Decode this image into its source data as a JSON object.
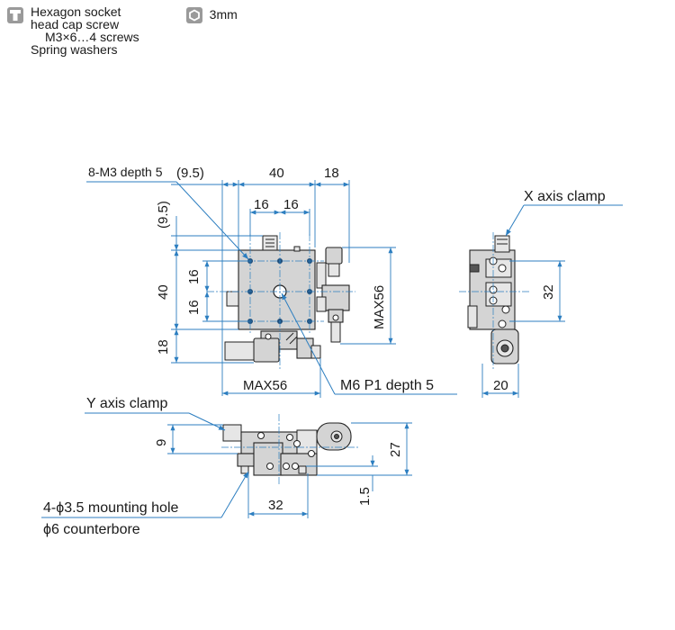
{
  "legend": {
    "screw": {
      "icon": "screw-head-icon",
      "lines": [
        "Hexagon socket",
        "head cap screw",
        "M3×6…4 screws",
        "Spring washers"
      ]
    },
    "wrench": {
      "icon": "hex-wrench-icon",
      "label": "3mm"
    }
  },
  "top_view": {
    "tapped_holes": "8-M3 depth 5",
    "dim_9_5_top": "(9.5)",
    "dim_40_top": "40",
    "dim_18_top": "18",
    "dim_16_top_a": "16",
    "dim_16_top_b": "16",
    "dim_9_5_left": "(9.5)",
    "dim_40_left": "40",
    "dim_16_left_a": "16",
    "dim_16_left_b": "16",
    "dim_18_left": "18",
    "dim_max56_right": "MAX56",
    "dim_max56_bottom": "MAX56",
    "center_hole": "M6 P1 depth 5"
  },
  "side_view": {
    "x_clamp": "X axis clamp",
    "dim_32": "32",
    "dim_20": "20"
  },
  "front_view": {
    "y_clamp": "Y axis clamp",
    "dim_9": "9",
    "dim_27": "27",
    "dim_1_5": "1.5",
    "dim_32": "32",
    "mounting_hole": "4-ϕ3.5 mounting hole",
    "counterbore": "ϕ6 counterbore"
  }
}
